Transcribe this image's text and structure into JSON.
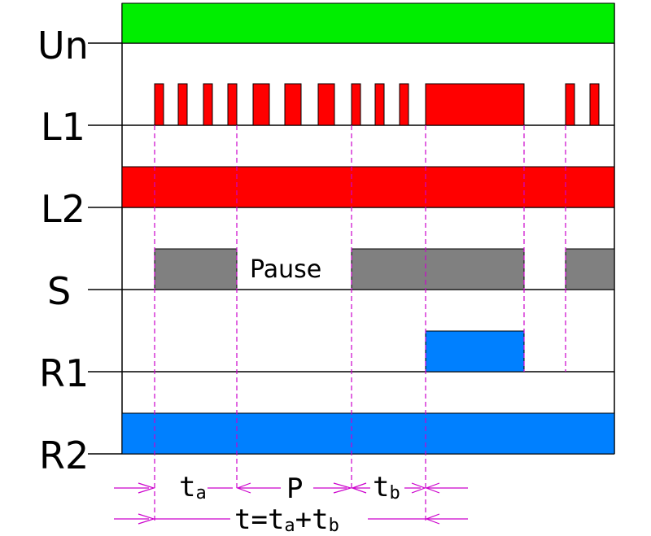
{
  "colors": {
    "un": "#00ee00",
    "red": "#ff0000",
    "grey": "#808080",
    "blue": "#0080ff",
    "guide": "#cc00cc",
    "line": "#000000"
  },
  "signals": [
    {
      "key": "un",
      "label": "Un"
    },
    {
      "key": "l1",
      "label": "L1"
    },
    {
      "key": "l2",
      "label": "L2"
    },
    {
      "key": "s",
      "label": "S"
    },
    {
      "key": "r1",
      "label": "R1"
    },
    {
      "key": "r2",
      "label": "R2"
    }
  ],
  "annotations": {
    "pause": "Pause",
    "t_letter": "t",
    "sub_a": "a",
    "sub_b": "b",
    "p_label": "P",
    "formula_lhs": "t=t",
    "formula_plus": "+t"
  }
}
